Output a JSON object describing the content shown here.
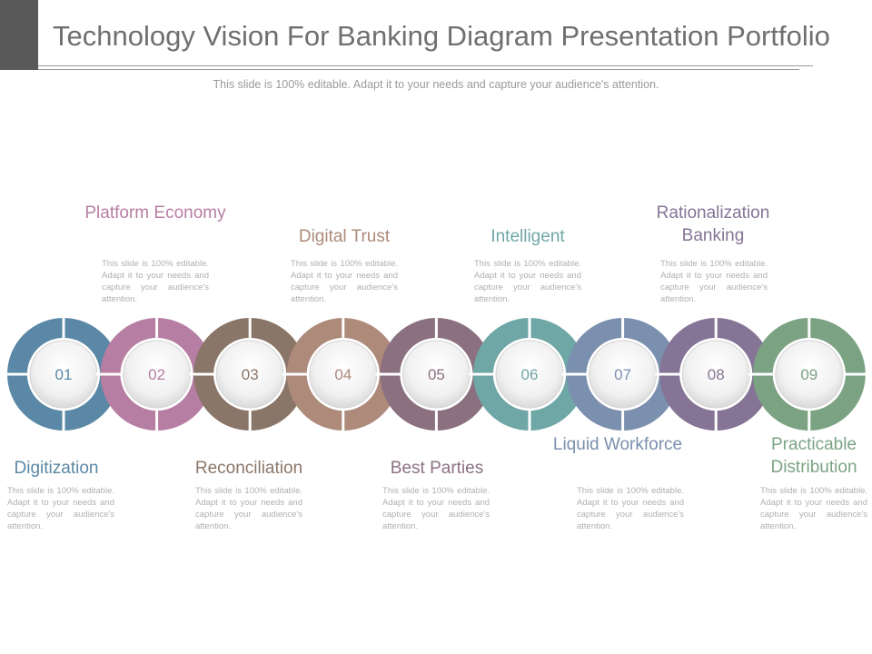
{
  "header": {
    "title": "Technology Vision For Banking Diagram Presentation Portfolio",
    "subtitle": "This slide is 100% editable. Adapt it to your needs and capture your audience's attention."
  },
  "steps": [
    {
      "number": "01",
      "label": "Digitization",
      "desc": "This slide is 100% editable. Adapt it to your needs and capture your audience's attention.",
      "color": "#5a88a6",
      "position": "bottom"
    },
    {
      "number": "02",
      "label": "Platform Economy",
      "desc": "This slide is 100% editable. Adapt it to your needs and capture your audience's attention.",
      "color": "#b77ea3",
      "position": "top"
    },
    {
      "number": "03",
      "label": "Reconciliation",
      "desc": "This slide is 100% editable. Adapt it to your needs and capture your audience's attention.",
      "color": "#8a7668",
      "position": "bottom"
    },
    {
      "number": "04",
      "label": "Digital Trust",
      "desc": "This slide is 100% editable. Adapt it to your needs and capture your audience's attention.",
      "color": "#ad8a7a",
      "position": "top"
    },
    {
      "number": "05",
      "label": "Best Parties",
      "desc": "This slide is 100% editable. Adapt it to your needs and capture your audience's attention.",
      "color": "#8b7080",
      "position": "bottom"
    },
    {
      "number": "06",
      "label": "Intelligent",
      "desc": "This slide is 100% editable. Adapt it to your needs and capture your audience's attention.",
      "color": "#6fa6a6",
      "position": "top"
    },
    {
      "number": "07",
      "label": "Liquid Workforce",
      "desc": "This slide is 100% editable. Adapt it to your needs and capture your audience's attention.",
      "color": "#7b8fae",
      "position": "bottom"
    },
    {
      "number": "08",
      "label": "Rationalization Banking",
      "desc": "This slide is 100% editable. Adapt it to your needs and capture your audience's attention.",
      "color": "#857495",
      "position": "top"
    },
    {
      "number": "09",
      "label": "Practicable Distribution",
      "desc": "This slide is 100% editable. Adapt it to your needs and capture your audience's attention.",
      "color": "#7ba383",
      "position": "bottom"
    }
  ]
}
